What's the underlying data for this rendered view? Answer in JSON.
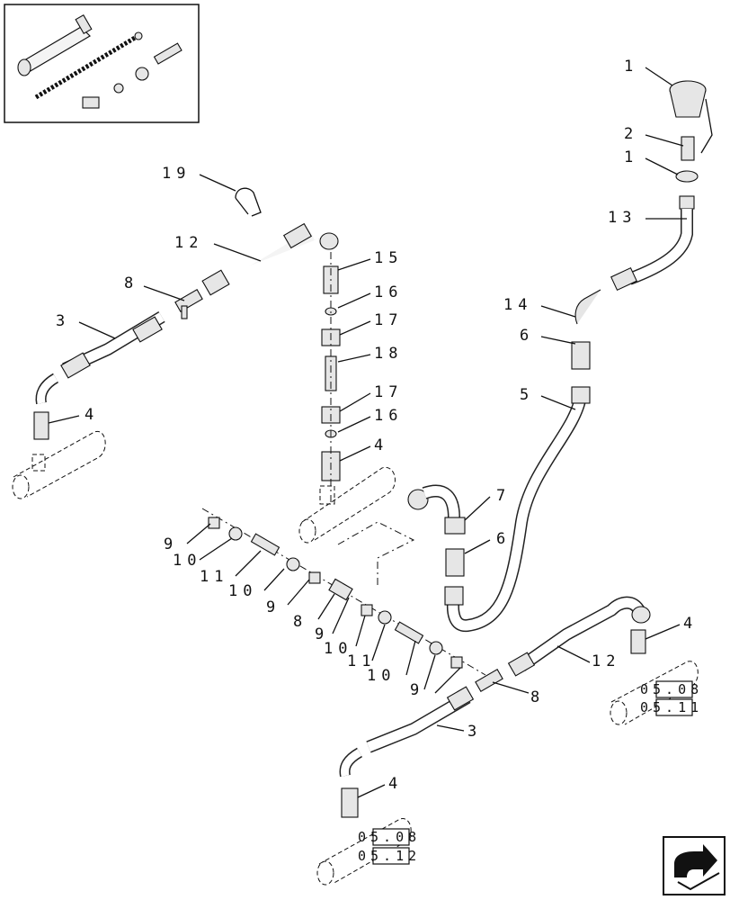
{
  "callouts": [
    {
      "id": "c1a",
      "text": "1"
    },
    {
      "id": "c2",
      "text": "2"
    },
    {
      "id": "c1b",
      "text": "1"
    },
    {
      "id": "c13",
      "text": "13"
    },
    {
      "id": "c14",
      "text": "14"
    },
    {
      "id": "c6a",
      "text": "6"
    },
    {
      "id": "c5",
      "text": "5"
    },
    {
      "id": "c19",
      "text": "19"
    },
    {
      "id": "c12a",
      "text": "12"
    },
    {
      "id": "c8a",
      "text": "8"
    },
    {
      "id": "c3a",
      "text": "3"
    },
    {
      "id": "c4a",
      "text": "4"
    },
    {
      "id": "c15",
      "text": "15"
    },
    {
      "id": "c16a",
      "text": "16"
    },
    {
      "id": "c17a",
      "text": "17"
    },
    {
      "id": "c18",
      "text": "18"
    },
    {
      "id": "c17b",
      "text": "17"
    },
    {
      "id": "c16b",
      "text": "16"
    },
    {
      "id": "c4b",
      "text": "4"
    },
    {
      "id": "c7",
      "text": "7"
    },
    {
      "id": "c6b",
      "text": "6"
    },
    {
      "id": "c9a",
      "text": "9"
    },
    {
      "id": "c10a",
      "text": "10"
    },
    {
      "id": "c11a",
      "text": "11"
    },
    {
      "id": "c10b",
      "text": "10"
    },
    {
      "id": "c9b",
      "text": "9"
    },
    {
      "id": "c8b",
      "text": "8"
    },
    {
      "id": "c9c",
      "text": "9"
    },
    {
      "id": "c10c",
      "text": "10"
    },
    {
      "id": "c11b",
      "text": "11"
    },
    {
      "id": "c10d",
      "text": "10"
    },
    {
      "id": "c9d",
      "text": "9"
    },
    {
      "id": "c8c",
      "text": "8"
    },
    {
      "id": "c12b",
      "text": "12"
    },
    {
      "id": "c4c",
      "text": "4"
    },
    {
      "id": "c3b",
      "text": "3"
    },
    {
      "id": "c4d",
      "text": "4"
    }
  ],
  "references": {
    "right_upper": "05.08",
    "right_lower": "05.11",
    "bottom_upper": "05.08",
    "bottom_lower": "05.12"
  },
  "nav_icon": "next-page-arrow-icon",
  "inset_icon": "kit-overview-icon"
}
